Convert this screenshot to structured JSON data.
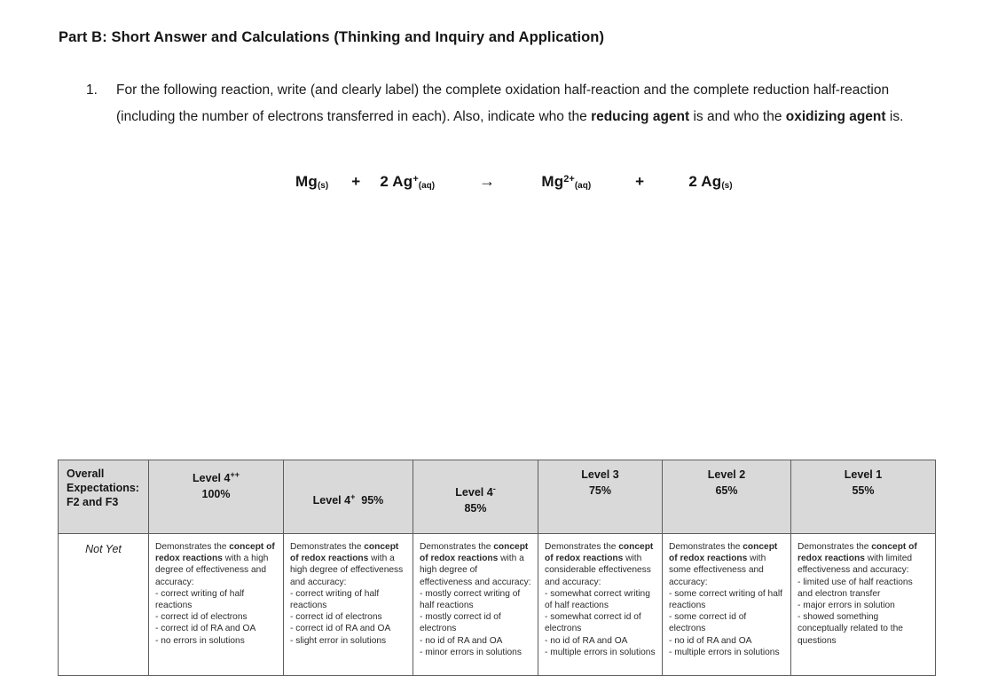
{
  "heading": "Part B: Short Answer and Calculations (Thinking and Inquiry and Application)",
  "question": {
    "number": "1.",
    "line1": "For the following reaction, write (and clearly label) the complete oxidation half-reaction and the complete",
    "line2": "reduction half-reaction (including the number of electrons transferred in each).  Also, indicate who the",
    "line3_pre": "",
    "bold1": "reducing agent",
    "line3_mid": " is and who the ",
    "bold2": "oxidizing agent",
    "line3_post": " is."
  },
  "equation": {
    "reactant1": "Mg",
    "reactant1_state": "(s)",
    "plus1": "+",
    "reactant2_coeff": "2 Ag",
    "reactant2_charge": "+",
    "reactant2_state": "(aq)",
    "arrow": "→",
    "product1": "Mg",
    "product1_charge": "2+",
    "product1_state": "(aq)",
    "plus2": "+",
    "product2_coeff": "2 Ag",
    "product2_state": "(s)"
  },
  "rubric": {
    "headers": [
      {
        "line1": "Overall",
        "line2": "Expectations:",
        "line3": "F2 and F3"
      },
      {
        "label": "Level 4",
        "sup": "++",
        "percent": "100%"
      },
      {
        "label": "Level 4",
        "sup": "+",
        "percent": "95%"
      },
      {
        "label": "Level 4",
        "sup": "-",
        "percent": "85%"
      },
      {
        "label": "Level 3",
        "sup": "",
        "percent": "75%"
      },
      {
        "label": "Level 2",
        "sup": "",
        "percent": "65%"
      },
      {
        "label": "Level 1",
        "sup": "",
        "percent": "55%"
      }
    ],
    "row": {
      "not_yet": "Not Yet",
      "cells": [
        {
          "intro_pre": "Demonstrates the ",
          "intro_bold": "concept of redox reactions",
          "intro_post": " with a high degree of effectiveness and accuracy:",
          "bullets": [
            "- correct writing of half reactions",
            "- correct id of electrons",
            "- correct id of RA and OA",
            "- no errors in solutions"
          ]
        },
        {
          "intro_pre": "Demonstrates the ",
          "intro_bold": "concept of redox reactions",
          "intro_post": " with a high degree of effectiveness and accuracy:",
          "bullets": [
            "- correct writing of half reactions",
            "- correct id of electrons",
            "- correct id of RA and OA",
            "- slight error in solutions"
          ]
        },
        {
          "intro_pre": "Demonstrates the ",
          "intro_bold": "concept of redox reactions",
          "intro_post": " with a high degree of effectiveness and accuracy:",
          "bullets": [
            "- mostly correct writing of half reactions",
            "- mostly correct id of electrons",
            "- no id of RA and OA",
            "- minor errors in solutions"
          ]
        },
        {
          "intro_pre": "Demonstrates the ",
          "intro_bold": "concept of redox reactions",
          "intro_post": " with considerable effectiveness and accuracy:",
          "bullets": [
            "-  somewhat correct writing of half reactions",
            "- somewhat correct id of electrons",
            "- no id of RA and OA",
            "- multiple errors in solutions"
          ]
        },
        {
          "intro_pre": "Demonstrates the ",
          "intro_bold": "concept of redox reactions",
          "intro_post": " with some effectiveness and accuracy:",
          "bullets": [
            "-  some correct writing of half reactions",
            "- some correct id of electrons",
            "-  no id of RA and OA",
            "- multiple errors in solutions"
          ]
        },
        {
          "intro_pre": "Demonstrates the ",
          "intro_bold": "concept of redox reactions",
          "intro_post": " with limited effectiveness and accuracy:",
          "bullets": [
            "- limited use of half reactions and electron transfer",
            "- major errors in solution",
            "- showed something conceptually related to the questions"
          ]
        }
      ]
    }
  },
  "colors": {
    "page_background": "#ffffff",
    "header_fill": "#d9d9d9",
    "border": "#5d5d5d",
    "text": "#1a1a1a"
  }
}
